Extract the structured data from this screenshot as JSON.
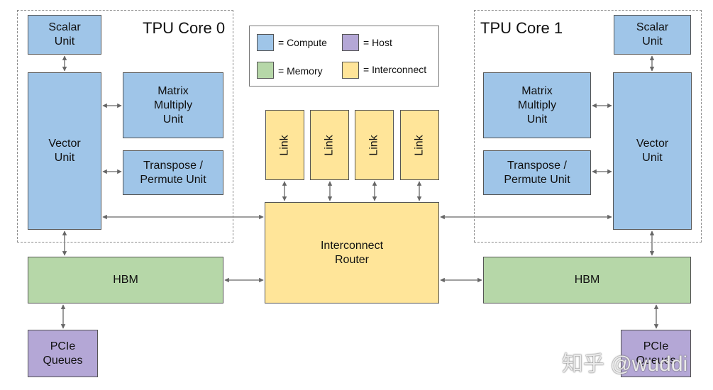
{
  "legend": {
    "compute": "= Compute",
    "host": "= Host",
    "memory": "= Memory",
    "interconnect": "= Interconnect"
  },
  "colors": {
    "compute": "#9fc5e8",
    "memory": "#b6d7a8",
    "host": "#b4a7d6",
    "interconnect": "#ffe599"
  },
  "core0": {
    "title": "TPU Core 0",
    "scalar": "Scalar\nUnit",
    "vector": "Vector\nUnit",
    "matrix": "Matrix\nMultiply\nUnit",
    "transpose": "Transpose /\nPermute Unit"
  },
  "core1": {
    "title": "TPU Core 1",
    "scalar": "Scalar\nUnit",
    "vector": "Vector\nUnit",
    "matrix": "Matrix\nMultiply\nUnit",
    "transpose": "Transpose /\nPermute Unit"
  },
  "links": [
    "Link",
    "Link",
    "Link",
    "Link"
  ],
  "router": "Interconnect\nRouter",
  "hbm_left": "HBM",
  "hbm_right": "HBM",
  "pcie_left": "PCIe\nQueues",
  "pcie_right": "PCIe\nQueues",
  "watermark": "知乎 @wuddi"
}
